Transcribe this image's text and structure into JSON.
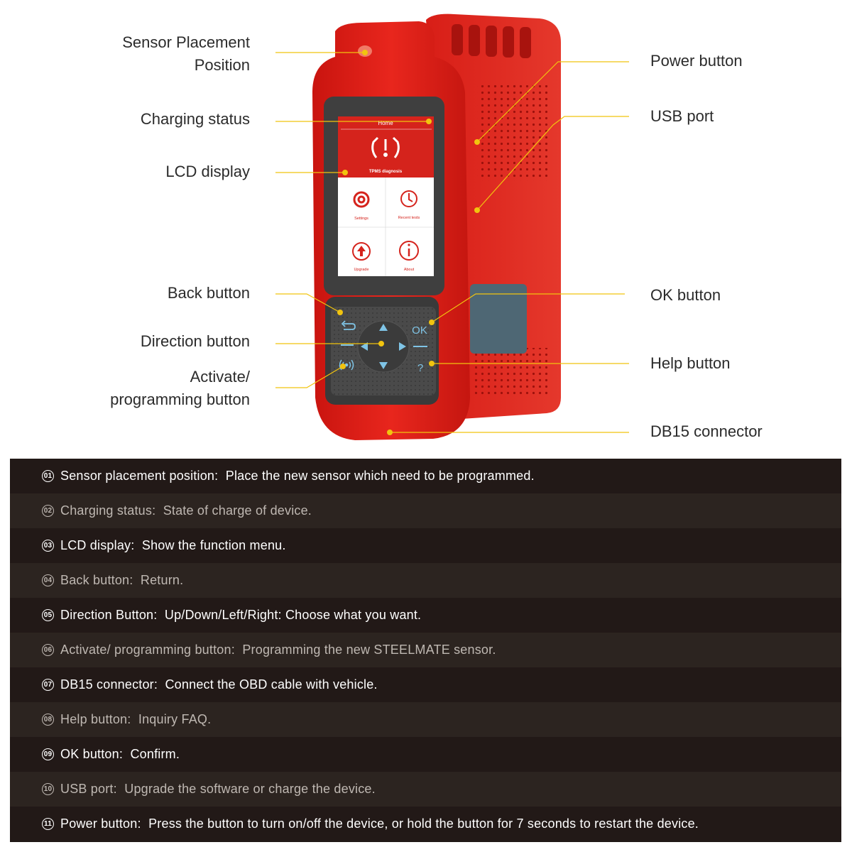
{
  "callouts_left": [
    {
      "id": "sensor",
      "text_lines": [
        "Sensor Placement",
        "Position"
      ]
    },
    {
      "id": "charging",
      "text_lines": [
        "Charging status"
      ]
    },
    {
      "id": "lcd",
      "text_lines": [
        "LCD display"
      ]
    },
    {
      "id": "back",
      "text_lines": [
        "Back button"
      ]
    },
    {
      "id": "direction",
      "text_lines": [
        "Direction button"
      ]
    },
    {
      "id": "activate",
      "text_lines": [
        "Activate/",
        "programming button"
      ]
    }
  ],
  "callouts_right": [
    {
      "id": "power",
      "text_lines": [
        "Power button"
      ]
    },
    {
      "id": "usb",
      "text_lines": [
        "USB port"
      ]
    },
    {
      "id": "ok",
      "text_lines": [
        "OK button"
      ]
    },
    {
      "id": "help",
      "text_lines": [
        "Help button"
      ]
    },
    {
      "id": "db15",
      "text_lines": [
        "DB15 connector"
      ]
    }
  ],
  "device_screen": {
    "header": "Home",
    "banner_label": "TPMS diagnosis",
    "tiles": [
      "Settings",
      "Recent tests",
      "Upgrade",
      "About"
    ],
    "ok_key": "OK",
    "help_key": "?"
  },
  "spec_rows": [
    {
      "num": "01",
      "term": "Sensor placement position:",
      "desc": "Place the new sensor which need to be programmed."
    },
    {
      "num": "02",
      "term": "Charging status:",
      "desc": "State of charge of device."
    },
    {
      "num": "03",
      "term": "LCD display:",
      "desc": "Show the function menu."
    },
    {
      "num": "04",
      "term": "Back button:",
      "desc": "Return."
    },
    {
      "num": "05",
      "term": "Direction Button:",
      "desc": "Up/Down/Left/Right: Choose what you want."
    },
    {
      "num": "06",
      "term": "Activate/ programming button:",
      "desc": "Programming the new STEELMATE sensor."
    },
    {
      "num": "07",
      "term": "DB15 connector:",
      "desc": "Connect the OBD cable with vehicle."
    },
    {
      "num": "08",
      "term": "Help button:",
      "desc": "Inquiry FAQ."
    },
    {
      "num": "09",
      "term": "OK button:",
      "desc": "Confirm."
    },
    {
      "num": "10",
      "term": "USB port:",
      "desc": "Upgrade the software or charge the device."
    },
    {
      "num": "11",
      "term": "Power button:",
      "desc": "Press the button to turn on/off the device, or hold the button for 7 seconds to restart the device."
    }
  ],
  "colors": {
    "device_red": "#e0231c",
    "device_dark_red": "#b4130f",
    "leader_line": "#f1c40f",
    "table_dark": "#221917",
    "table_light": "#2c2420",
    "accent_blue": "#7fc4e6"
  }
}
